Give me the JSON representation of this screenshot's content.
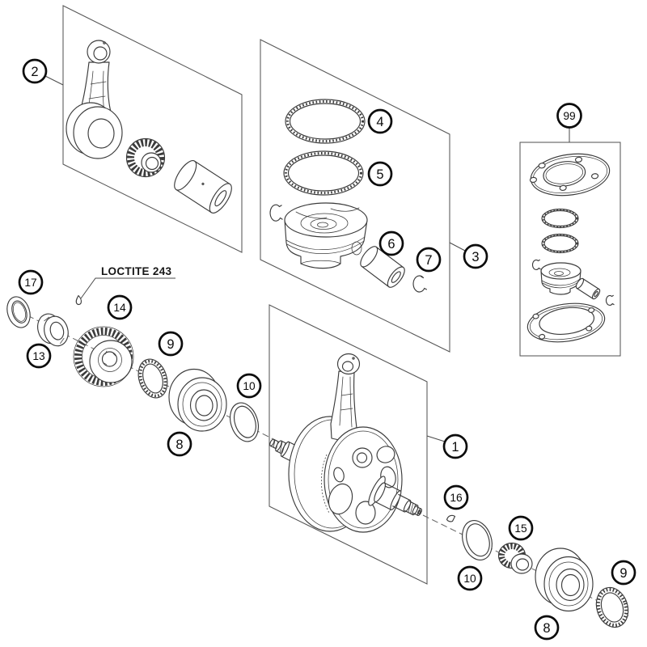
{
  "diagram": {
    "background": "#ffffff",
    "line_color": "#3b3b3b",
    "callout_color": "#0c0c0c",
    "loctite_note": "LOCTITE 243",
    "callouts": [
      {
        "label": "2"
      },
      {
        "label": "4"
      },
      {
        "label": "5"
      },
      {
        "label": "6"
      },
      {
        "label": "7"
      },
      {
        "label": "3"
      },
      {
        "label": "99"
      },
      {
        "label": "17"
      },
      {
        "label": "13"
      },
      {
        "label": "14"
      },
      {
        "label": "9"
      },
      {
        "label": "8"
      },
      {
        "label": "10"
      },
      {
        "label": "1"
      },
      {
        "label": "16"
      },
      {
        "label": "10"
      },
      {
        "label": "15"
      },
      {
        "label": "8"
      },
      {
        "label": "9"
      }
    ]
  }
}
